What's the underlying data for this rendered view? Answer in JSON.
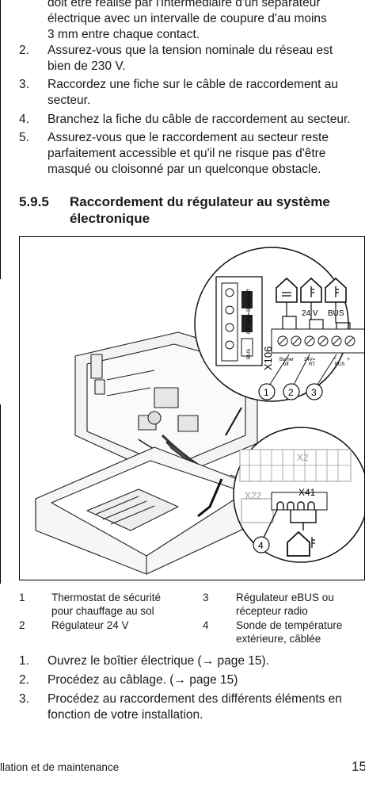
{
  "intro_fragment": {
    "line1": "doit être réalisé par l'intermédiaire d'un séparateur",
    "line2": "électrique avec un intervalle de coupure d'au moins",
    "line3": "3 mm entre chaque contact."
  },
  "steps_top": [
    {
      "num": "2.",
      "line1": "Assurez-vous que la tension nominale du réseau est",
      "line2": "bien de 230 V."
    },
    {
      "num": "3.",
      "line1": "Raccordez une fiche sur le câble de raccordement au",
      "line2": "secteur."
    },
    {
      "num": "4.",
      "line1": "Branchez la fiche du câble de raccordement au secteur.",
      "line2": ""
    },
    {
      "num": "5.",
      "line1": "Assurez-vous que le raccordement au secteur reste",
      "line2": "parfaitement accessible et qu'il ne risque pas d'être",
      "line3": "masqué ou cloisonné par un quelconque obstacle."
    }
  ],
  "section": {
    "number": "5.9.5",
    "title_line1": "Raccordement du régulateur au système",
    "title_line2": "électronique"
  },
  "figure": {
    "terminal_labels": {
      "x106": "X106",
      "burner_off": "Burner off",
      "rt_24v": "RT 24V =",
      "bus": "BUS",
      "volt_24": "24 V",
      "bus2": "BUS",
      "sub_burner": "Burner",
      "sub_off": "off",
      "sub_24v": "24V=",
      "sub_rt": "RT",
      "sub_minus": "−",
      "sub_plus": "+",
      "sub_bus": "BUS"
    },
    "board_labels": {
      "x2": "X2",
      "x22": "X22",
      "x41": "X41"
    },
    "callouts": [
      "1",
      "2",
      "3",
      "4"
    ]
  },
  "legend": [
    {
      "num": "1",
      "line1": "Thermostat de sécurité",
      "line2": "pour chauffage au sol"
    },
    {
      "num": "2",
      "line1": "Régulateur 24 V",
      "line2": ""
    },
    {
      "num": "3",
      "line1": "Régulateur eBUS ou",
      "line2": "récepteur radio"
    },
    {
      "num": "4",
      "line1": "Sonde de température",
      "line2": "extérieure, câblée"
    }
  ],
  "steps_bottom": [
    {
      "num": "1.",
      "line1": "Ouvrez le boîtier électrique (→ page 15).",
      "line2": ""
    },
    {
      "num": "2.",
      "line1": "Procédez au câblage. (→ page 15)",
      "line2": ""
    },
    {
      "num": "3.",
      "line1": "Procédez au raccordement des différents éléments en",
      "line2": "fonction de votre installation."
    }
  ],
  "footer": {
    "left": "llation et de maintenance",
    "page": "15"
  }
}
